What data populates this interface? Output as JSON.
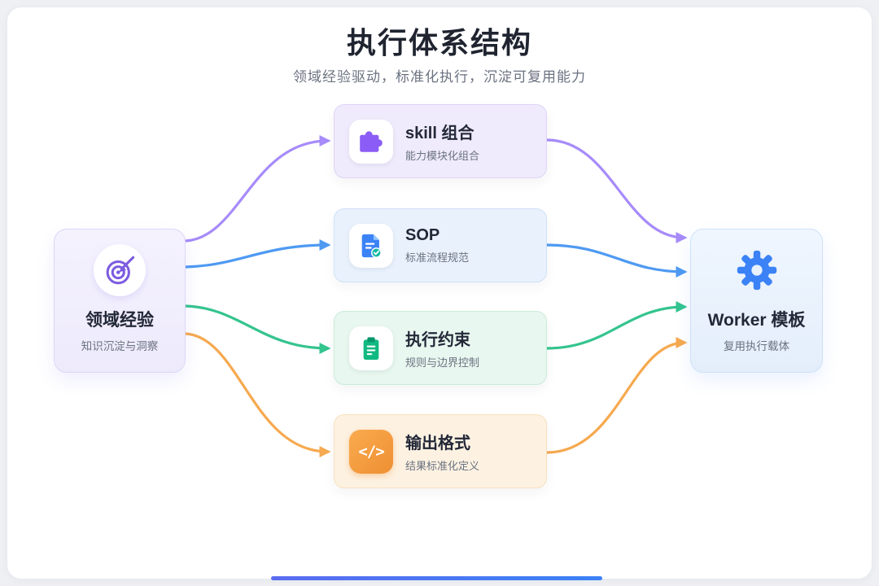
{
  "page": {
    "title": "执行体系结构",
    "subtitle": "领域经验驱动，标准化执行，沉淀可复用能力"
  },
  "source_node": {
    "title": "领域经验",
    "subtitle": "知识沉淀与洞察"
  },
  "middle_nodes": [
    {
      "title": "skill 组合",
      "subtitle": "能力模块化组合"
    },
    {
      "title": "SOP",
      "subtitle": "标准流程规范"
    },
    {
      "title": "执行约束",
      "subtitle": "规则与边界控制"
    },
    {
      "title": "输出格式",
      "subtitle": "结果标准化定义"
    }
  ],
  "target_node": {
    "title": "Worker 模板",
    "subtitle": "复用执行载体"
  },
  "code_glyph": "</>",
  "colors": {
    "arrow_purple": "#a78bfa",
    "arrow_blue": "#4e9af2",
    "arrow_green": "#34c48e",
    "arrow_orange": "#f6a94f",
    "accent_purple": "#7c5ce0",
    "accent_blue": "#3b82f6",
    "accent_green": "#10b981",
    "accent_orange": "#ef8f33",
    "bottom_bar": "#3b82f6"
  }
}
